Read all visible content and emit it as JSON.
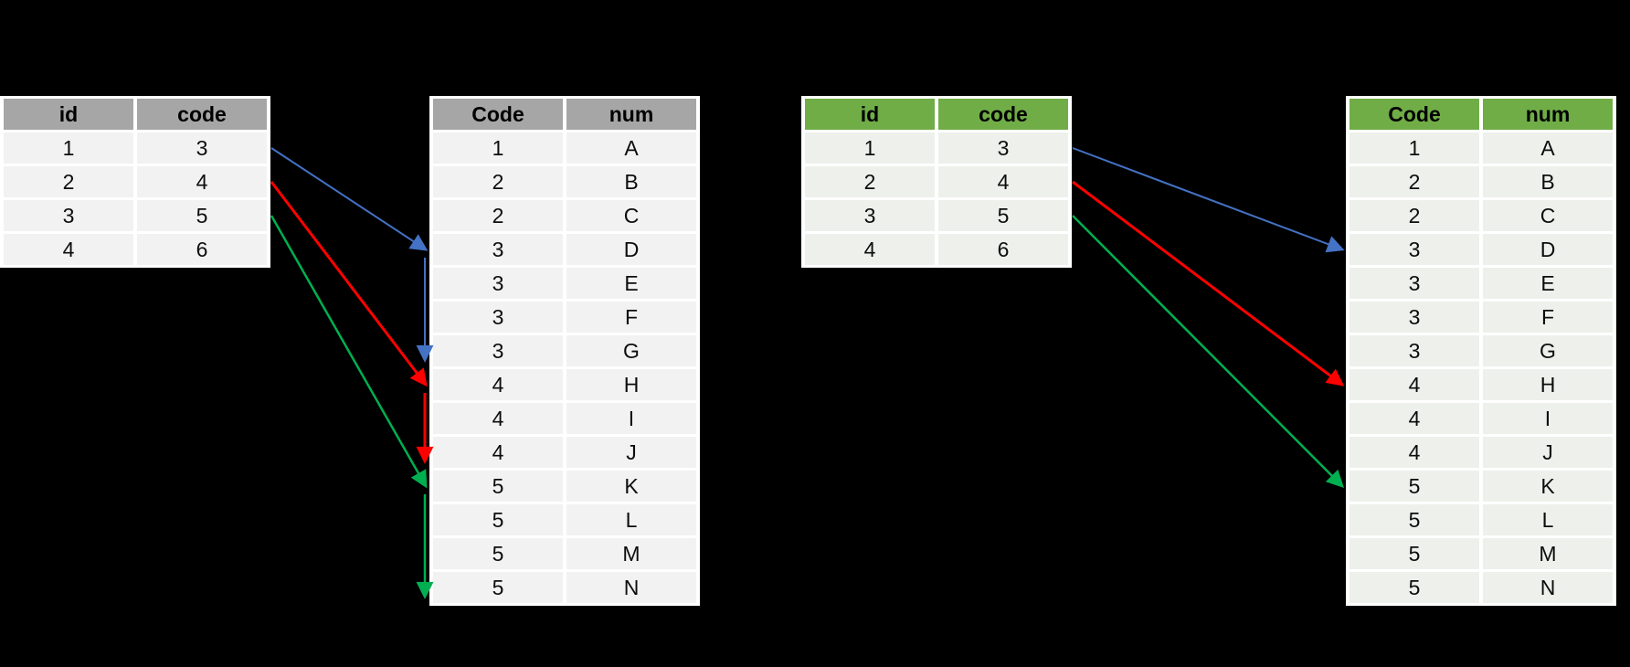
{
  "diagrams": {
    "left": {
      "style": {
        "header_bg": "#A6A6A6",
        "row_bg": "#F2F2F2",
        "grid": "#FFFFFF"
      },
      "lookup_table": {
        "headers": [
          "id",
          "code"
        ],
        "rows": [
          [
            "1",
            "3"
          ],
          [
            "2",
            "4"
          ],
          [
            "3",
            "5"
          ],
          [
            "4",
            "6"
          ]
        ]
      },
      "reference_table": {
        "headers": [
          "Code",
          "num"
        ],
        "rows": [
          [
            "1",
            "A"
          ],
          [
            "2",
            "B"
          ],
          [
            "2",
            "C"
          ],
          [
            "3",
            "D"
          ],
          [
            "3",
            "E"
          ],
          [
            "3",
            "F"
          ],
          [
            "3",
            "G"
          ],
          [
            "4",
            "H"
          ],
          [
            "4",
            "I"
          ],
          [
            "4",
            "J"
          ],
          [
            "5",
            "K"
          ],
          [
            "5",
            "L"
          ],
          [
            "5",
            "M"
          ],
          [
            "5",
            "N"
          ]
        ]
      },
      "arrows": [
        {
          "name": "blue-arrow",
          "color": "#4472C4",
          "width": 2,
          "from_row": 0,
          "first_match_row": 3,
          "last_match_row": 6,
          "range_scan": true
        },
        {
          "name": "red-arrow",
          "color": "#FF0000",
          "width": 3,
          "from_row": 1,
          "first_match_row": 7,
          "last_match_row": 9,
          "range_scan": true
        },
        {
          "name": "green-arrow",
          "color": "#00B050",
          "width": 2.5,
          "from_row": 2,
          "first_match_row": 10,
          "last_match_row": 13,
          "range_scan": true
        }
      ]
    },
    "right": {
      "style": {
        "header_bg": "#70AD47",
        "row_bg": "#EEF1EB",
        "grid": "#FFFFFF"
      },
      "lookup_table": {
        "headers": [
          "id",
          "code"
        ],
        "rows": [
          [
            "1",
            "3"
          ],
          [
            "2",
            "4"
          ],
          [
            "3",
            "5"
          ],
          [
            "4",
            "6"
          ]
        ]
      },
      "reference_table": {
        "headers": [
          "Code",
          "num"
        ],
        "rows": [
          [
            "1",
            "A"
          ],
          [
            "2",
            "B"
          ],
          [
            "2",
            "C"
          ],
          [
            "3",
            "D"
          ],
          [
            "3",
            "E"
          ],
          [
            "3",
            "F"
          ],
          [
            "3",
            "G"
          ],
          [
            "4",
            "H"
          ],
          [
            "4",
            "I"
          ],
          [
            "4",
            "J"
          ],
          [
            "5",
            "K"
          ],
          [
            "5",
            "L"
          ],
          [
            "5",
            "M"
          ],
          [
            "5",
            "N"
          ]
        ]
      },
      "arrows": [
        {
          "name": "blue-arrow",
          "color": "#4472C4",
          "width": 2,
          "from_row": 0,
          "first_match_row": 3,
          "last_match_row": null,
          "range_scan": false
        },
        {
          "name": "red-arrow",
          "color": "#FF0000",
          "width": 3,
          "from_row": 1,
          "first_match_row": 7,
          "last_match_row": null,
          "range_scan": false
        },
        {
          "name": "green-arrow",
          "color": "#00B050",
          "width": 2.5,
          "from_row": 2,
          "first_match_row": 10,
          "last_match_row": null,
          "range_scan": false
        }
      ]
    }
  }
}
